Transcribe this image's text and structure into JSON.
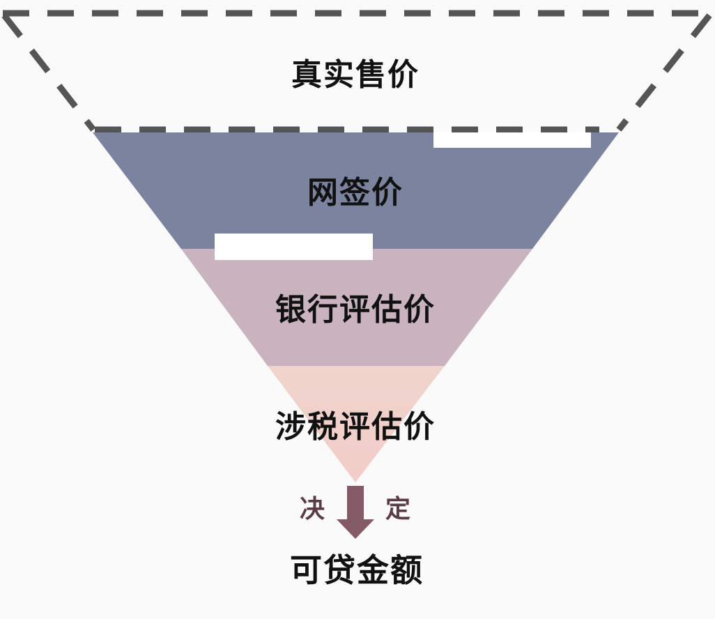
{
  "levels": [
    {
      "label": "真实售价",
      "color": "none"
    },
    {
      "label": "网签价",
      "color": "#7b839f"
    },
    {
      "label": "银行评估价",
      "color": "#c9b3bf"
    },
    {
      "label": "涉税评估价",
      "color": "#f0d5cd"
    }
  ],
  "arrow": {
    "left_label": "决",
    "right_label": "定",
    "color": "#835a66"
  },
  "result": "可贷金额"
}
